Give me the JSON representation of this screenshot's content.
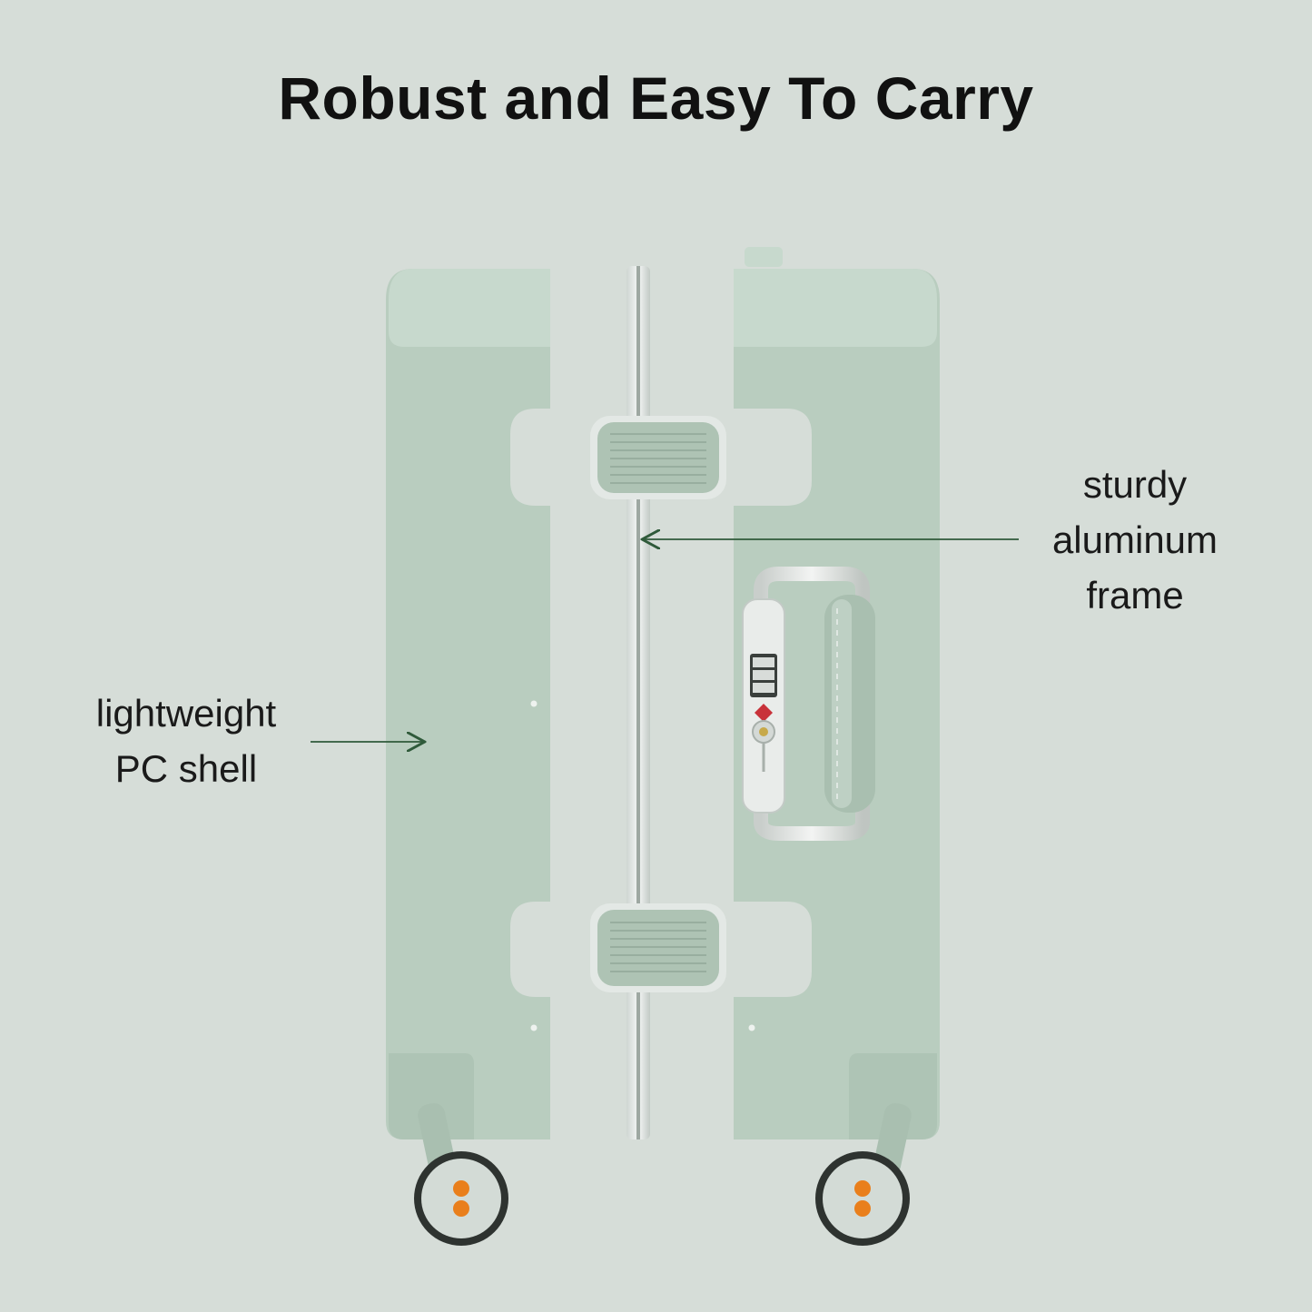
{
  "title": "Robust and Easy To Carry",
  "callouts": {
    "frame": {
      "lines": [
        "sturdy",
        "aluminum",
        "frame"
      ]
    },
    "shell": {
      "lines": [
        "lightweight",
        "PC shell"
      ]
    }
  },
  "colors": {
    "background": "#d6ddd8",
    "shell": "#b9cdbf",
    "shell_light": "#c9dace",
    "frame": "#e9ecea",
    "arrow": "#2f5a3a",
    "wheel_dark": "#2e3330",
    "wheel_hub": "#e97f1c"
  },
  "icons": [
    "tsa-lock-icon",
    "arrow-left-icon"
  ]
}
